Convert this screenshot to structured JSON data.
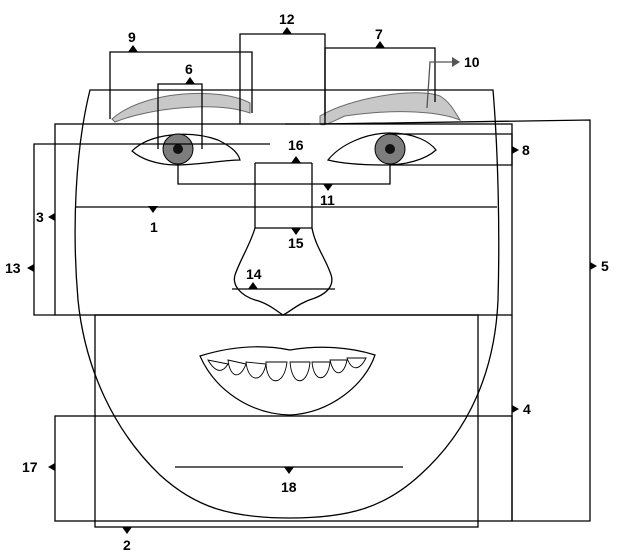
{
  "diagram": {
    "labels": {
      "l1": "1",
      "l2": "2",
      "l3": "3",
      "l4": "4",
      "l5": "5",
      "l6": "6",
      "l7": "7",
      "l8": "8",
      "l9": "9",
      "l10": "10",
      "l11": "11",
      "l12": "12",
      "l13": "13",
      "l14": "14",
      "l15": "15",
      "l16": "16",
      "l17": "17",
      "l18": "18"
    },
    "colors": {
      "line": "#000000",
      "brow_fill": "#c8c8c8",
      "iris": "#7d7d7d",
      "pointer_10": "#555555"
    }
  }
}
